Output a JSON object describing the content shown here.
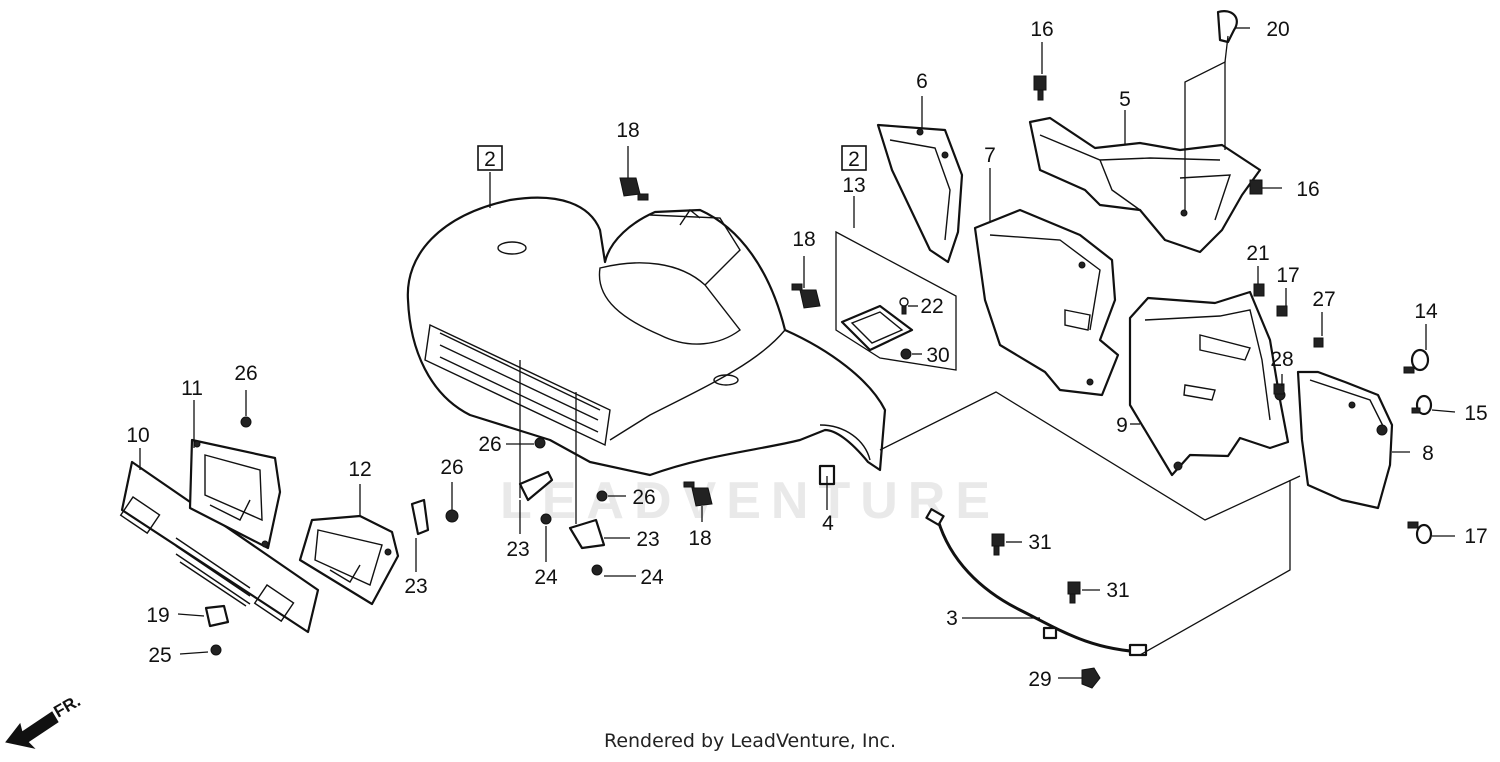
{
  "watermark": "LEADVENTURE",
  "footer": {
    "credit": "Rendered by LeadVenture, Inc."
  },
  "direction": {
    "label": "FR."
  },
  "colors": {
    "line": "#111111",
    "background": "#ffffff",
    "watermark": "#e9e9e9"
  },
  "callouts": {
    "c2a": "2",
    "c2b": "2",
    "c3": "3",
    "c4": "4",
    "c5": "5",
    "c6": "6",
    "c7": "7",
    "c8": "8",
    "c9": "9",
    "c10": "10",
    "c11": "11",
    "c12": "12",
    "c13": "13",
    "c14": "14",
    "c15": "15",
    "c16a": "16",
    "c16b": "16",
    "c17a": "17",
    "c17b": "17",
    "c18a": "18",
    "c18b": "18",
    "c18c": "18",
    "c19": "19",
    "c20": "20",
    "c21": "21",
    "c22": "22",
    "c23a": "23",
    "c23b": "23",
    "c23c": "23",
    "c24a": "24",
    "c24b": "24",
    "c25": "25",
    "c26a": "26",
    "c26b": "26",
    "c26c": "26",
    "c26d": "26",
    "c27": "27",
    "c28": "28",
    "c29": "29",
    "c30": "30",
    "c31a": "31",
    "c31b": "31"
  }
}
